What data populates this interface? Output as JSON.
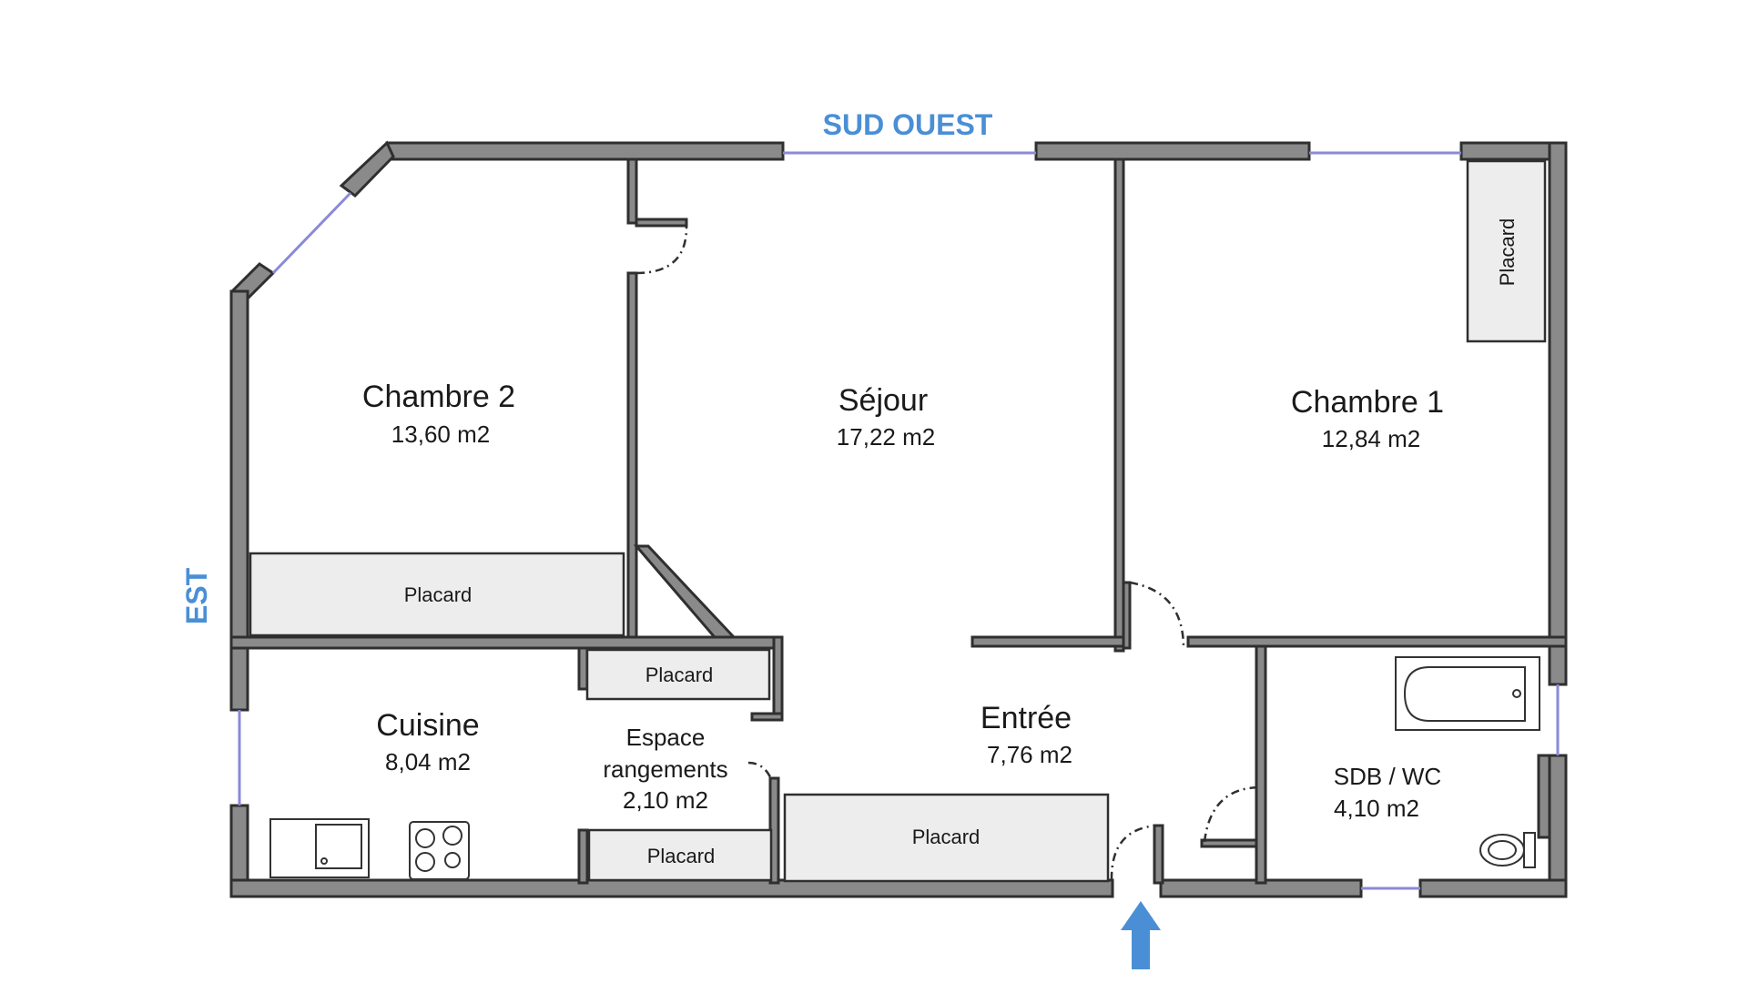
{
  "orientation": {
    "north_label": "SUD OUEST",
    "west_label": "EST",
    "accent_color": "#4a8fd6"
  },
  "rooms": {
    "chambre2": {
      "name": "Chambre 2",
      "area": "13,60 m2"
    },
    "sejour": {
      "name": "Séjour",
      "area": "17,22 m2"
    },
    "chambre1": {
      "name": "Chambre 1",
      "area": "12,84 m2"
    },
    "cuisine": {
      "name": "Cuisine",
      "area": "8,04 m2"
    },
    "rangements": {
      "name_line1": "Espace",
      "name_line2": "rangements",
      "area": "2,10 m2"
    },
    "entree": {
      "name": "Entrée",
      "area": "7,76 m2"
    },
    "sdb": {
      "name": "SDB /  WC",
      "area": "4,10 m2"
    }
  },
  "closets": {
    "label": "Placard"
  },
  "entrance_icon": "up-arrow-icon"
}
